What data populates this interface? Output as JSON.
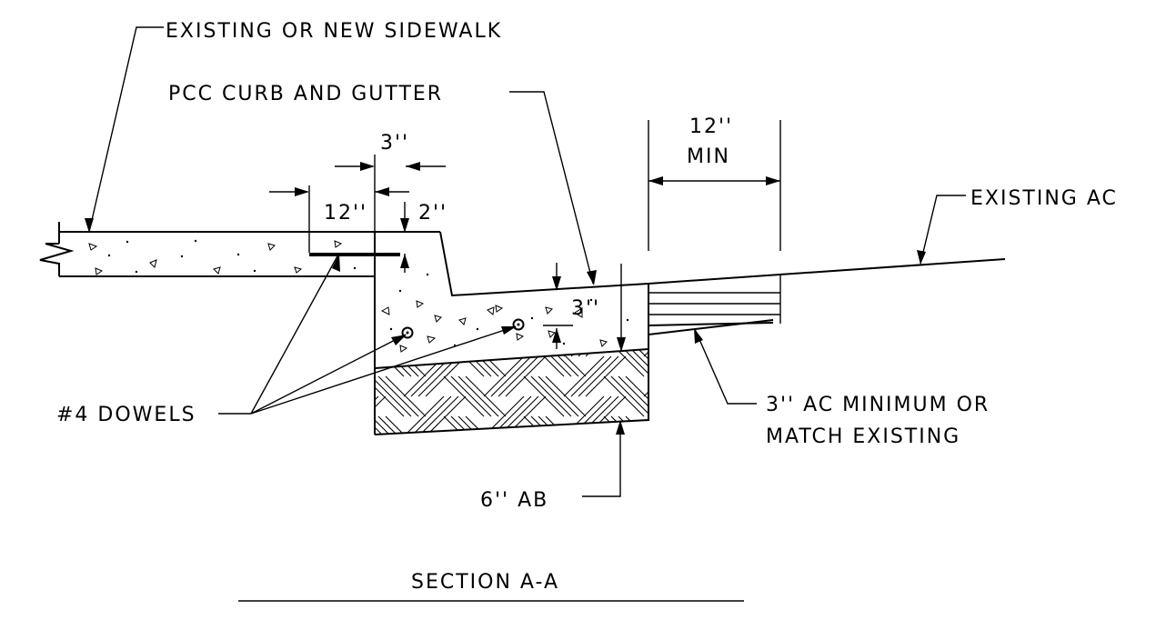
{
  "labels": {
    "sidewalk": "EXISTING OR NEW SIDEWALK",
    "curb": "PCC CURB AND GUTTER",
    "dim_3in_top": "3''",
    "dim_12in_min": "12''",
    "dim_min": "MIN",
    "existing_ac": "EXISTING AC",
    "dim_12in": "12''",
    "dim_2in": "2''",
    "dim_3in_gutter": "3''",
    "dowels": "#4 DOWELS",
    "ac_line1": "3'' AC MINIMUM OR",
    "ac_line2": "MATCH EXISTING",
    "base": "6'' AB",
    "section_title": "SECTION A-A"
  }
}
